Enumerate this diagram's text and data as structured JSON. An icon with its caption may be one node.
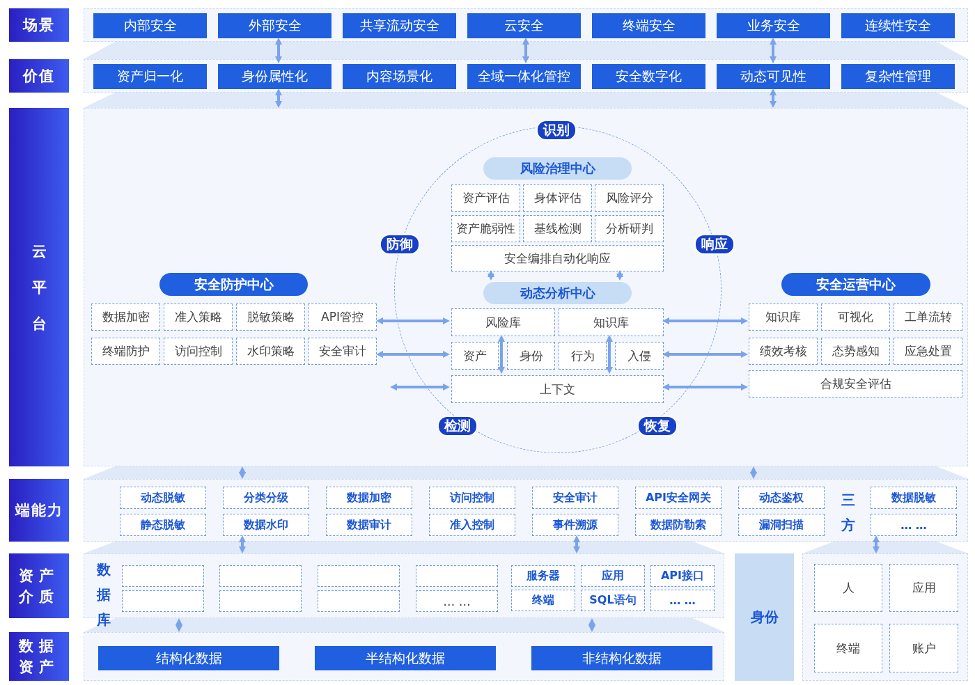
{
  "diagram": {
    "nodes": [
      {
        "text": [
          "场景"
        ]
      },
      {
        "text": [],
        "shape": "box"
      },
      {
        "text": [
          "内部安全"
        ],
        "in": 1
      },
      {
        "text": [
          "外部安全"
        ],
        "in": 1
      },
      {
        "text": [
          "共享流动安全"
        ],
        "in": 1
      },
      {
        "text": [
          "云安全"
        ],
        "in": 1
      },
      {
        "text": [
          "终端安全"
        ],
        "in": 1
      },
      {
        "text": [
          "业务安全"
        ],
        "in": 1
      },
      {
        "text": [
          "连续性安全"
        ],
        "in": 1
      },
      {
        "text": [
          "价值"
        ]
      },
      {
        "text": [],
        "shape": "box"
      },
      {
        "text": [
          "资产归一化"
        ],
        "in": 10
      },
      {
        "text": [
          "身份属性化"
        ],
        "in": 10
      },
      {
        "text": [
          "内容场景化"
        ],
        "in": 10
      },
      {
        "text": [
          "全域一体化管控"
        ],
        "in": 10
      },
      {
        "text": [
          "安全数字化"
        ],
        "in": 10
      },
      {
        "text": [
          "动态可见性"
        ],
        "in": 10
      },
      {
        "text": [
          "复杂性管理"
        ],
        "in": 10
      },
      {
        "text": [
          "云平台"
        ]
      },
      {
        "text": [],
        "shape": "box"
      },
      {
        "text": [],
        "shape": "circle",
        "in": 19
      },
      {
        "text": [
          "识别"
        ],
        "in": 19
      },
      {
        "text": [
          "防御"
        ],
        "in": 19
      },
      {
        "text": [
          "响应"
        ],
        "in": 19
      },
      {
        "text": [
          "检测"
        ],
        "in": 20
      },
      {
        "text": [
          "恢复"
        ],
        "in": 20
      },
      {
        "text": [
          "风险治理中心"
        ],
        "in": 20
      },
      {
        "text": [
          "资产评估"
        ],
        "in": 20
      },
      {
        "text": [
          "身体评估"
        ],
        "in": 20
      },
      {
        "text": [
          "风险评分"
        ],
        "in": 20
      },
      {
        "text": [
          "资产脆弱性"
        ],
        "in": 20
      },
      {
        "text": [
          "基线检测"
        ],
        "in": 20
      },
      {
        "text": [
          "分析研判"
        ],
        "in": 20
      },
      {
        "text": [
          "安全编排自动化响应"
        ],
        "in": 20
      },
      {
        "text": [
          "动态分析中心"
        ],
        "in": 20
      },
      {
        "text": [
          "风险库"
        ],
        "in": 20
      },
      {
        "text": [
          "知识库"
        ],
        "in": 20
      },
      {
        "text": [
          "资产"
        ],
        "in": 20
      },
      {
        "text": [
          "身份"
        ],
        "in": 20
      },
      {
        "text": [
          "行为"
        ],
        "in": 20
      },
      {
        "text": [
          "入侵"
        ],
        "in": 20
      },
      {
        "text": [
          "上下文"
        ],
        "in": 20
      },
      {
        "text": [
          "安全防护中心"
        ],
        "in": 19
      },
      {
        "text": [
          "数据加密"
        ],
        "in": 19
      },
      {
        "text": [
          "准入策略"
        ],
        "in": 19
      },
      {
        "text": [
          "脱敏策略"
        ],
        "in": 19
      },
      {
        "text": [
          "API管控"
        ],
        "in": 19
      },
      {
        "text": [
          "终端防护"
        ],
        "in": 19
      },
      {
        "text": [
          "访问控制"
        ],
        "in": 19
      },
      {
        "text": [
          "水印策略"
        ],
        "in": 19
      },
      {
        "text": [
          "安全审计"
        ],
        "in": 19
      },
      {
        "text": [
          "安全运营中心"
        ],
        "in": 19
      },
      {
        "text": [
          "知识库"
        ],
        "in": 19
      },
      {
        "text": [
          "可视化"
        ],
        "in": 19
      },
      {
        "text": [
          "工单流转"
        ],
        "in": 19
      },
      {
        "text": [
          "绩效考核"
        ],
        "in": 19
      },
      {
        "text": [
          "态势感知"
        ],
        "in": 19
      },
      {
        "text": [
          "应急处置"
        ],
        "in": 19
      },
      {
        "text": [
          "合规安全评估"
        ],
        "in": 19
      },
      {
        "text": [
          "端能力"
        ]
      },
      {
        "text": [],
        "shape": "box"
      },
      {
        "text": [
          "动态脱敏"
        ],
        "in": 60
      },
      {
        "text": [
          "分类分级"
        ],
        "in": 60
      },
      {
        "text": [
          "数据加密"
        ],
        "in": 60
      },
      {
        "text": [
          "访问控制"
        ],
        "in": 60
      },
      {
        "text": [
          "安全审计"
        ],
        "in": 60
      },
      {
        "text": [
          "API安全网关"
        ],
        "in": 60
      },
      {
        "text": [
          "动态鉴权"
        ],
        "in": 60
      },
      {
        "text": [
          "数据脱敏"
        ],
        "in": 60
      },
      {
        "text": [
          "静态脱敏"
        ],
        "in": 60
      },
      {
        "text": [
          "数据水印"
        ],
        "in": 60
      },
      {
        "text": [
          "数据审计"
        ],
        "in": 60
      },
      {
        "text": [
          "准入控制"
        ],
        "in": 60
      },
      {
        "text": [
          "事件溯源"
        ],
        "in": 60
      },
      {
        "text": [
          "数据防勒索"
        ],
        "in": 60
      },
      {
        "text": [
          "漏洞扫描"
        ],
        "in": 60
      },
      {
        "text": [
          "… …"
        ],
        "in": 60
      },
      {
        "text": [
          "资产介质"
        ]
      },
      {
        "text": [],
        "shape": "box"
      },
      {
        "text": [],
        "shape": "box",
        "in": 78
      },
      {
        "text": [],
        "shape": "box",
        "in": 78
      },
      {
        "text": [],
        "shape": "box",
        "in": 78
      },
      {
        "text": [],
        "shape": "box",
        "in": 78
      },
      {
        "text": [
          "服务器"
        ],
        "in": 78
      },
      {
        "text": [
          "应用"
        ],
        "in": 78
      },
      {
        "text": [
          "API接口"
        ],
        "in": 78
      },
      {
        "text": [],
        "shape": "box",
        "in": 78
      },
      {
        "text": [],
        "shape": "box",
        "in": 78
      },
      {
        "text": [],
        "shape": "box",
        "in": 78
      },
      {
        "text": [
          "… …"
        ],
        "in": 78
      },
      {
        "text": [
          "终端"
        ],
        "in": 78
      },
      {
        "text": [
          "SQL语句"
        ],
        "in": 78
      },
      {
        "text": [
          "… …"
        ],
        "in": 78
      },
      {
        "text": [
          "身份"
        ]
      },
      {
        "text": [],
        "shape": "box"
      },
      {
        "text": [
          "人"
        ],
        "in": 94
      },
      {
        "text": [
          "应用"
        ],
        "in": 94
      },
      {
        "text": [
          "终端"
        ],
        "in": 94
      },
      {
        "text": [
          "账户"
        ],
        "in": 94
      },
      {
        "text": [
          "数据资产"
        ]
      },
      {
        "text": [],
        "shape": "box"
      },
      {
        "text": [
          "结构化数据"
        ],
        "in": 100
      },
      {
        "text": [
          "半结构化数据"
        ],
        "in": 100
      },
      {
        "text": [
          "非结构化数据"
        ],
        "in": 100
      }
    ],
    "edges": [
      {
        "from": 3,
        "to": 12,
        "arrow": "both"
      },
      {
        "from": 5,
        "to": 14,
        "arrow": "both"
      },
      {
        "from": 7,
        "to": 16,
        "arrow": "both"
      },
      {
        "from": 12,
        "to": 19,
        "arrow": "both"
      },
      {
        "from": 16,
        "to": 19,
        "arrow": "both"
      },
      {
        "from": 33,
        "to": 34,
        "arrow": "both"
      },
      {
        "from": 33,
        "to": 34,
        "arrow": "both"
      },
      {
        "from": 35,
        "to": 41,
        "arrow": "both"
      },
      {
        "from": 36,
        "to": 41,
        "arrow": "both"
      },
      {
        "from": 46,
        "to": 35,
        "arrow": "both"
      },
      {
        "from": 50,
        "to": 37,
        "arrow": "both"
      },
      {
        "from": null,
        "to": 41,
        "arrow": "both"
      },
      {
        "from": 36,
        "to": 52,
        "arrow": "both"
      },
      {
        "from": 40,
        "to": 55,
        "arrow": "both"
      },
      {
        "from": 41,
        "to": 58,
        "arrow": "both"
      },
      {
        "from": 19,
        "to": 60,
        "arrow": "both"
      },
      {
        "from": 19,
        "to": 60,
        "arrow": "both"
      },
      {
        "from": 70,
        "to": 78,
        "arrow": "both"
      },
      {
        "from": 73,
        "to": 78,
        "arrow": "both"
      },
      {
        "from": 76,
        "to": 94,
        "arrow": "both"
      },
      {
        "from": 78,
        "to": 100,
        "arrow": "both"
      },
      {
        "from": 78,
        "to": 100,
        "arrow": "both"
      }
    ],
    "labels": [
      "三方",
      "数据库"
    ]
  }
}
